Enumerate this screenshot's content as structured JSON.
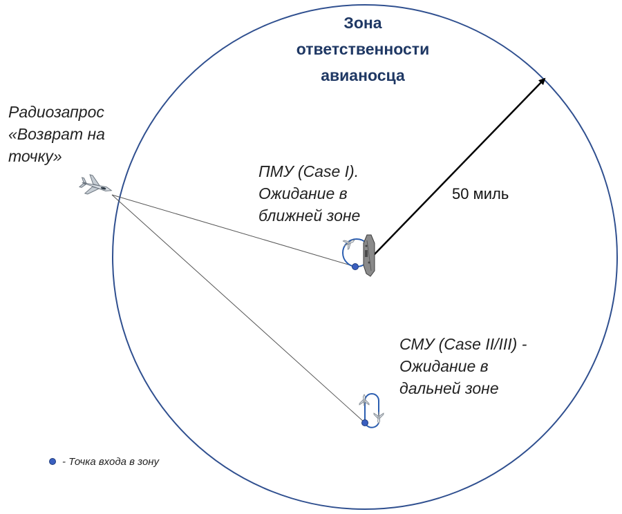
{
  "zone_title": [
    "Зона",
    "ответственности",
    "авианосца"
  ],
  "radio_request": [
    "Радиозапрос",
    "«Возврат на",
    "точку»"
  ],
  "pmu": [
    "ПМУ (Case I).",
    "Ожидание в",
    "ближней зоне"
  ],
  "smu": [
    "СМУ (Case II/III) -",
    "Ожидание в",
    "дальней зоне"
  ],
  "distance_label": "50 миль",
  "legend": "- Точка входа в зону",
  "colors": {
    "circle": "#2f4f8f",
    "title": "#1f3864",
    "entry_point": "#3a5fc0",
    "holding_loop": "#2a5db0",
    "route_line": "#555555",
    "arrow": "#000000"
  },
  "icons": [
    "jet-icon",
    "carrier-icon",
    "plane-icon",
    "entry-point-dot"
  ]
}
